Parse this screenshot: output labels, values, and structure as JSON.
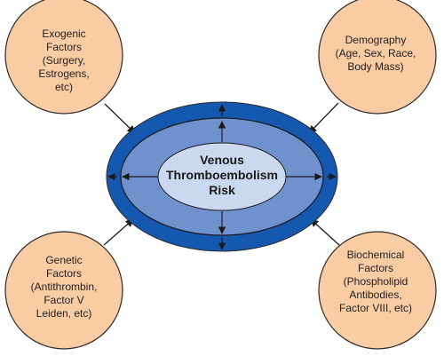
{
  "center": {
    "label": "Venous\nThromboembolism\nRisk"
  },
  "factors": {
    "exogenic": "Exogenic\nFactors\n(Surgery,\nEstrogens,\netc)",
    "demography": "Demography\n(Age, Sex, Race,\nBody Mass)",
    "genetic": "Genetic\nFactors\n(Antithrombin,\nFactor V\nLeiden, etc)",
    "biochemical": "Biochemical\nFactors\n(Phospholipid\nAntibodies,\nFactor VIII, etc)"
  },
  "colors": {
    "circle_fill": "#f9cca4",
    "circle_stroke": "#2b2b2b",
    "outer_ring": "#1558b0",
    "middle_ring": "#6f92cf",
    "inner_fill": "#cbd8f0",
    "arrow": "#1a1a1a"
  }
}
